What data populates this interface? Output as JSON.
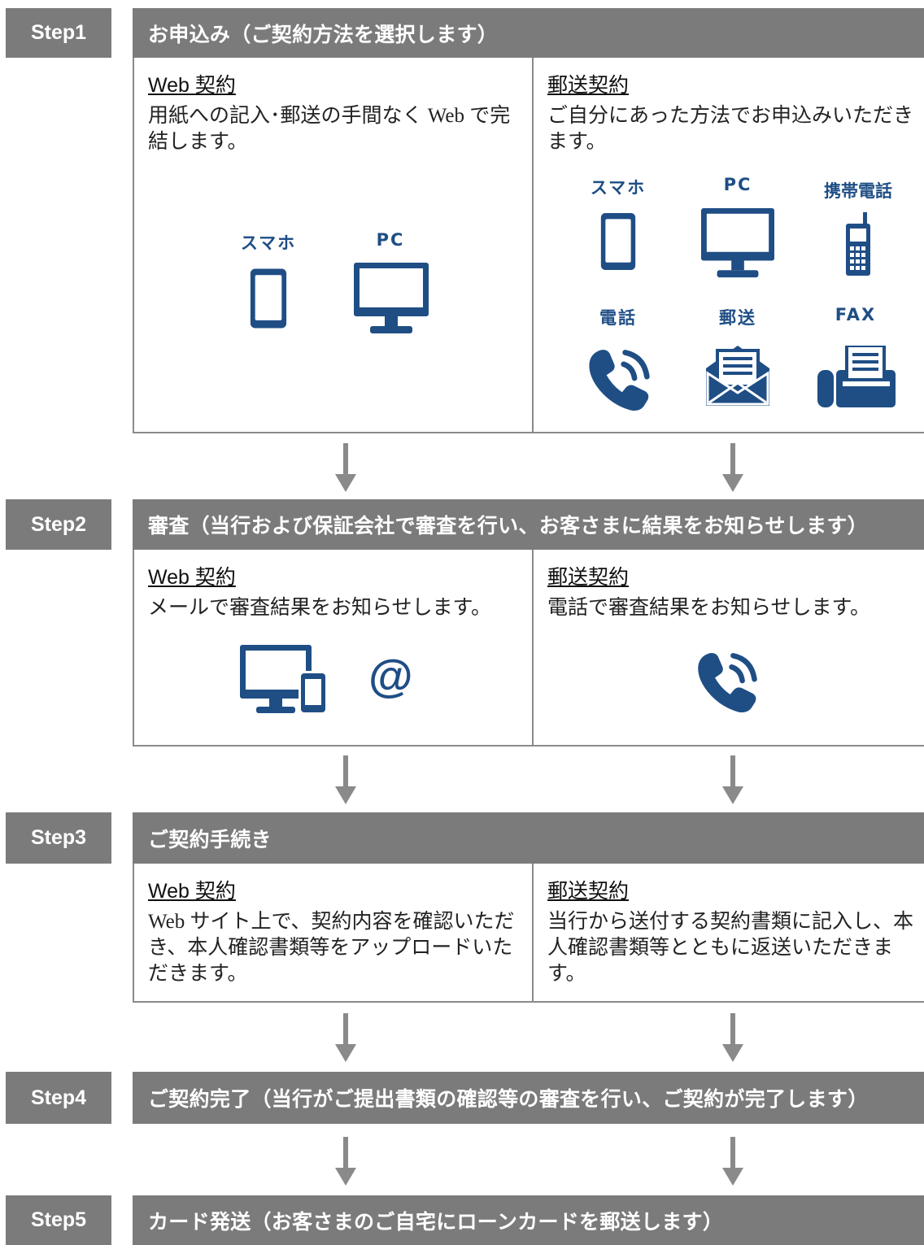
{
  "accent_color": "#1f4e85",
  "header_color": "#7b7b7b",
  "steps": [
    {
      "label": "Step1",
      "title": "お申込み（ご契約方法を選択します）",
      "web": {
        "title": "Web 契約",
        "text": "用紙への記入･郵送の手間なく Web で完結します。",
        "icons": [
          "スマホ",
          "PC"
        ]
      },
      "mail": {
        "title": "郵送契約",
        "text": "ご自分にあった方法でお申込みいただきます。",
        "icons": [
          "スマホ",
          "PC",
          "携帯電話",
          "電話",
          "郵送",
          "FAX"
        ]
      }
    },
    {
      "label": "Step2",
      "title": "審査（当行および保証会社で審査を行い、お客さまに結果をお知らせします）",
      "web": {
        "title": "Web 契約",
        "text": "メールで審査結果をお知らせします。",
        "icons": [
          "devices-icon",
          "@"
        ]
      },
      "mail": {
        "title": "郵送契約",
        "text": "電話で審査結果をお知らせします。",
        "icons": [
          "phone-icon"
        ]
      }
    },
    {
      "label": "Step3",
      "title": "ご契約手続き",
      "web": {
        "title": "Web 契約",
        "text": "Web サイト上で、契約内容を確認いただき、本人確認書類等をアップロードいただきます。"
      },
      "mail": {
        "title": "郵送契約",
        "text": "当行から送付する契約書類に記入し、本人確認書類等とともに返送いただきます。"
      }
    },
    {
      "label": "Step4",
      "title": "ご契約完了（当行がご提出書類の確認等の審査を行い、ご契約が完了します）"
    },
    {
      "label": "Step5",
      "title": "カード発送（お客さまのご自宅にローンカードを郵送します）"
    }
  ]
}
